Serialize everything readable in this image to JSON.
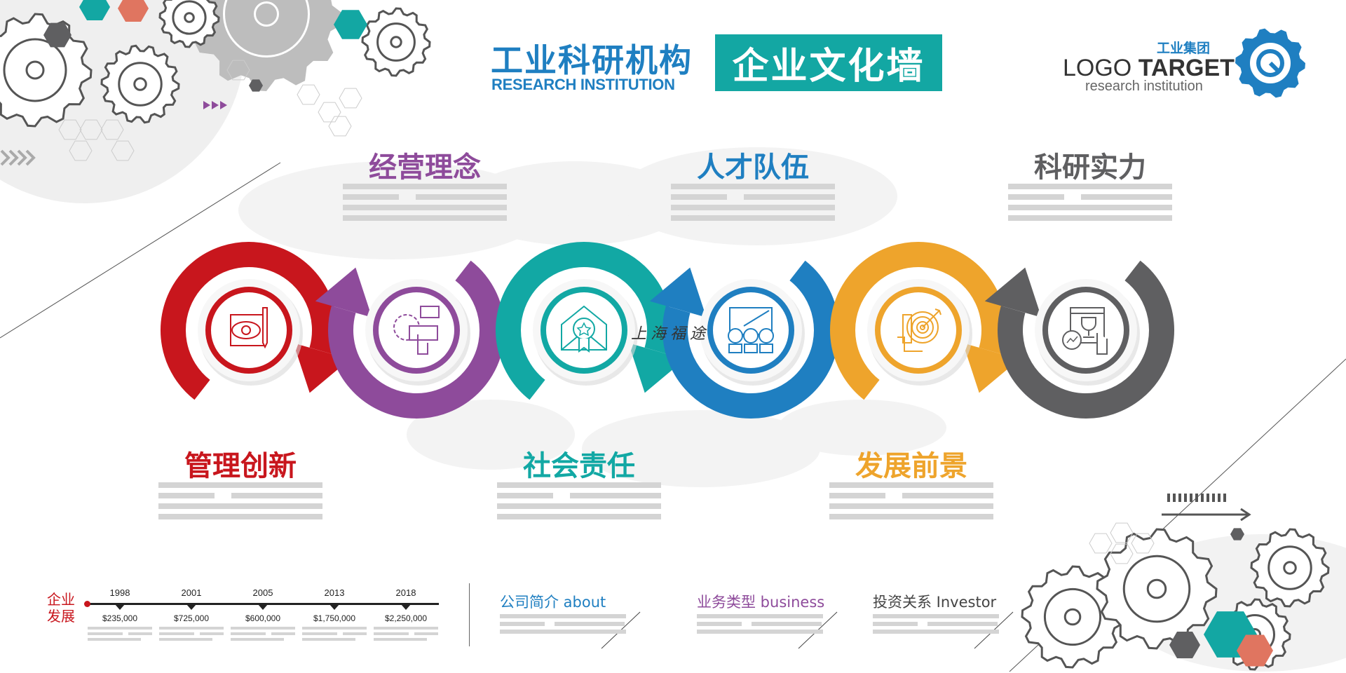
{
  "header": {
    "title_cn": "工业科研机构",
    "title_en": "RESEARCH INSTITUTION",
    "banner": "企业文化墙"
  },
  "logo": {
    "group": "工业集团",
    "name_light": "LOGO ",
    "name_bold": "TARGET",
    "subtitle": "research institution",
    "color": "#1f7fc1"
  },
  "watermark": "上海福途",
  "steps": [
    {
      "title": "管理创新",
      "color": "#c8161d",
      "icon": "eye-design-tablet-icon",
      "arc": "top"
    },
    {
      "title": "经营理念",
      "color": "#8e4b9b",
      "icon": "gear-keyboard-hand-icon",
      "arc": "bottom"
    },
    {
      "title": "社会责任",
      "color": "#12a8a4",
      "icon": "award-envelope-icon",
      "arc": "top"
    },
    {
      "title": "人才队伍",
      "color": "#1f7fc1",
      "icon": "team-presentation-icon",
      "arc": "bottom"
    },
    {
      "title": "发展前景",
      "color": "#eea42c",
      "icon": "target-thumbs-up-icon",
      "arc": "top"
    },
    {
      "title": "科研实力",
      "color": "#5f5f61",
      "icon": "trophy-browser-icon",
      "arc": "bottom"
    }
  ],
  "timeline": {
    "label_line1": "企业",
    "label_line2": "发展",
    "items": [
      {
        "year": "1998",
        "amount": "$235,000"
      },
      {
        "year": "2001",
        "amount": "$725,000"
      },
      {
        "year": "2005",
        "amount": "$600,000"
      },
      {
        "year": "2013",
        "amount": "$1,750,000"
      },
      {
        "year": "2018",
        "amount": "$2,250,000"
      }
    ]
  },
  "sections": [
    {
      "label": "公司简介 about",
      "color": "#1f7fc1"
    },
    {
      "label": "业务类型 business",
      "color": "#8e4b9b"
    },
    {
      "label": "投资关系 Investor",
      "color": "#444444"
    }
  ]
}
